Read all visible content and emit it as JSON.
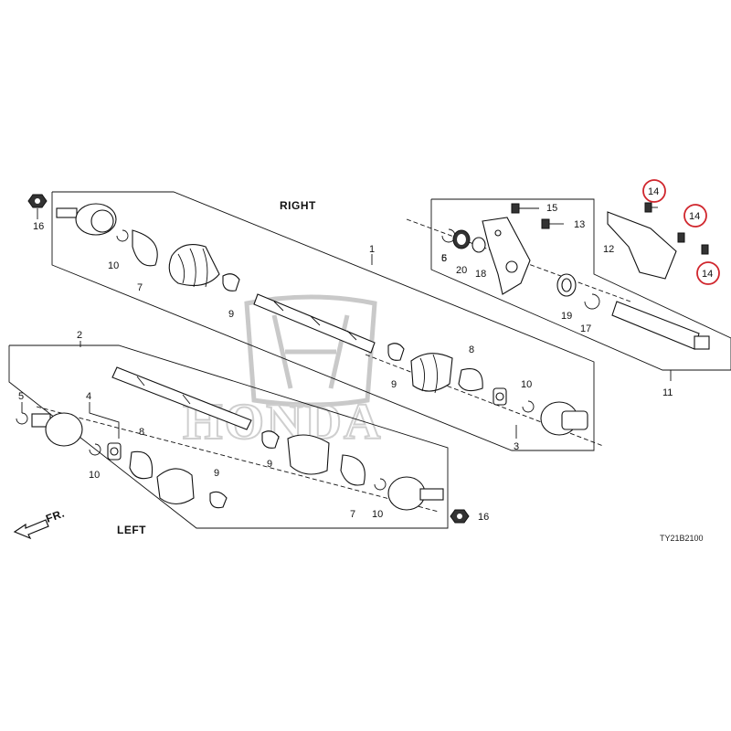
{
  "diagram": {
    "headings": {
      "right": "RIGHT",
      "left": "LEFT"
    },
    "direction_label": "FR.",
    "diagram_code": "TY21B2100",
    "watermark": "HONDA",
    "callouts": {
      "c1": "1",
      "c2": "2",
      "c3": "3",
      "c4": "4",
      "c5a": "5",
      "c5b": "5",
      "c6": "6",
      "c7a": "7",
      "c7b": "7",
      "c8a": "8",
      "c8b": "8",
      "c9a": "9",
      "c9b": "9",
      "c9c": "9",
      "c9d": "9",
      "c10a": "10",
      "c10b": "10",
      "c10c": "10",
      "c10d": "10",
      "c11": "11",
      "c12": "12",
      "c13": "13",
      "c14a": "14",
      "c14b": "14",
      "c14c": "14",
      "c15": "15",
      "c16a": "16",
      "c16b": "16",
      "c17": "17",
      "c18": "18",
      "c19": "19",
      "c20": "20"
    },
    "highlight_color": "#d0262d"
  }
}
